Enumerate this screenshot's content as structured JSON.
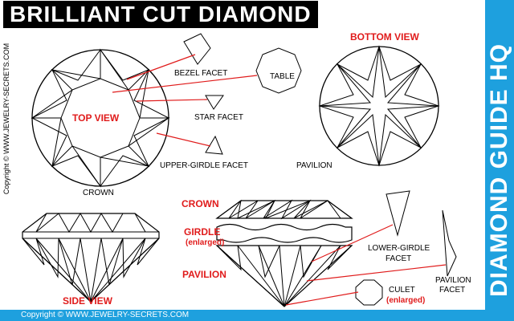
{
  "title": "BRILLIANT CUT DIAMOND",
  "sidebar_text": "DIAMOND GUIDE HQ",
  "footer_text": "Copyright © WWW.JEWELRY-SECRETS.COM",
  "side_copyright": "Copyright © WWW.JEWELRY-SECRETS.COM",
  "colors": {
    "accent_blue": "#1ea0de",
    "label_red": "#e01b1b"
  },
  "labels": {
    "bezel_facet": "BEZEL FACET",
    "table": "TABLE",
    "star_facet": "STAR FACET",
    "top_view": "TOP VIEW",
    "upper_girdle_facet": "UPPER-GIRDLE FACET",
    "crown_top": "CROWN",
    "bottom_view": "BOTTOM VIEW",
    "pavilion_bottom": "PAVILION",
    "crown_side": "CROWN",
    "girdle": "GIRDLE",
    "girdle_enlarged": "(enlarged)",
    "pavilion_side": "PAVILION",
    "side_view": "SIDE VIEW",
    "lower_girdle_facet_1": "LOWER-GIRDLE",
    "lower_girdle_facet_2": "FACET",
    "pavilion_facet_1": "PAVILION",
    "pavilion_facet_2": "FACET",
    "culet": "CULET",
    "culet_enlarged": "(enlarged)"
  }
}
